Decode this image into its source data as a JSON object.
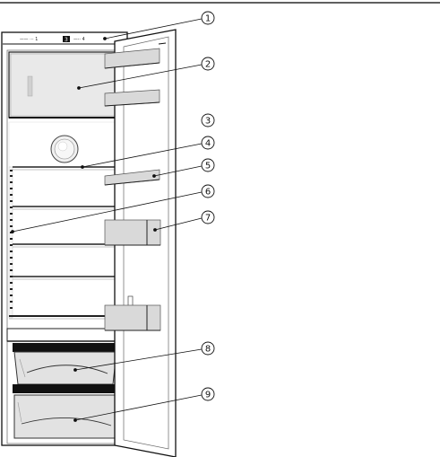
{
  "control_panel": {
    "left_text": "—— ··· 1",
    "center_text": "—-· 4",
    "right_text": "·· ·",
    "digit": "3"
  },
  "callouts": [
    {
      "label": "1"
    },
    {
      "label": "2"
    },
    {
      "label": "3"
    },
    {
      "label": "4"
    },
    {
      "label": "5"
    },
    {
      "label": "6"
    },
    {
      "label": "7"
    },
    {
      "label": "8"
    },
    {
      "label": "9"
    }
  ]
}
